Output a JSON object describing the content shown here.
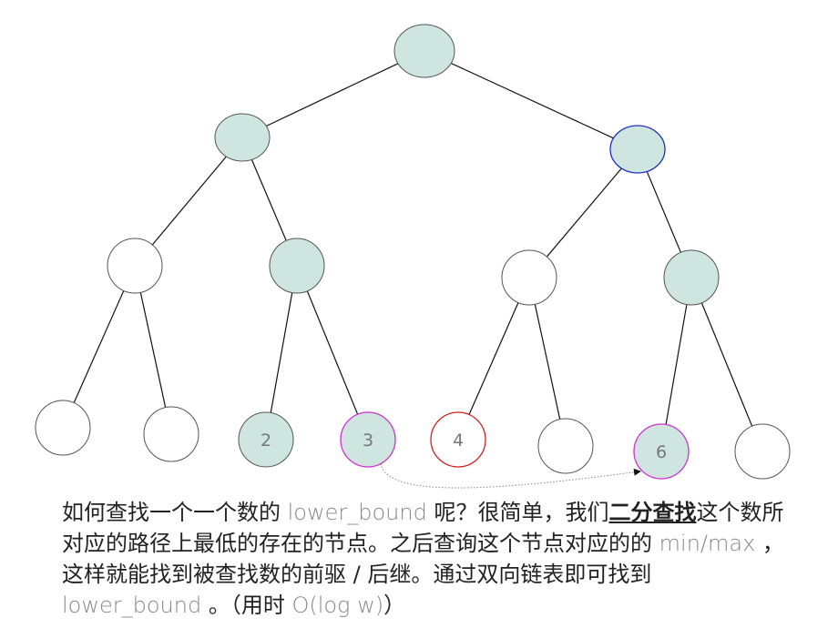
{
  "colors": {
    "filled": "#cfe5e0",
    "empty": "#ffffff",
    "stroke": "#555555",
    "edge": "#111111",
    "blue": "#1f2fbf",
    "red": "#d02020",
    "magenta": "#cc33cc"
  },
  "tree": {
    "nodes": [
      {
        "id": "root",
        "filled": true,
        "stroke": "default",
        "label": ""
      },
      {
        "id": "n2",
        "filled": true,
        "stroke": "default",
        "label": ""
      },
      {
        "id": "n3",
        "filled": true,
        "stroke": "blue",
        "label": ""
      },
      {
        "id": "n4",
        "filled": false,
        "stroke": "default",
        "label": ""
      },
      {
        "id": "n5",
        "filled": true,
        "stroke": "default",
        "label": ""
      },
      {
        "id": "n6",
        "filled": false,
        "stroke": "default",
        "label": ""
      },
      {
        "id": "n7",
        "filled": true,
        "stroke": "default",
        "label": ""
      },
      {
        "id": "l1",
        "filled": false,
        "stroke": "default",
        "label": ""
      },
      {
        "id": "l2",
        "filled": false,
        "stroke": "default",
        "label": ""
      },
      {
        "id": "l3",
        "filled": true,
        "stroke": "default",
        "label": "2"
      },
      {
        "id": "l4",
        "filled": true,
        "stroke": "magenta",
        "label": "3"
      },
      {
        "id": "l5",
        "filled": false,
        "stroke": "red",
        "label": "4"
      },
      {
        "id": "l6",
        "filled": false,
        "stroke": "default",
        "label": ""
      },
      {
        "id": "l7",
        "filled": true,
        "stroke": "magenta",
        "label": "6"
      },
      {
        "id": "l8",
        "filled": false,
        "stroke": "default",
        "label": ""
      }
    ],
    "edges": [
      [
        "root",
        "n2"
      ],
      [
        "root",
        "n3"
      ],
      [
        "n2",
        "n4"
      ],
      [
        "n2",
        "n5"
      ],
      [
        "n3",
        "n6"
      ],
      [
        "n3",
        "n7"
      ],
      [
        "n4",
        "l1"
      ],
      [
        "n4",
        "l2"
      ],
      [
        "n5",
        "l3"
      ],
      [
        "n5",
        "l4"
      ],
      [
        "n6",
        "l5"
      ],
      [
        "n6",
        "l6"
      ],
      [
        "n7",
        "l7"
      ],
      [
        "n7",
        "l8"
      ]
    ],
    "link": {
      "from": "l4",
      "to": "l7",
      "style": "dotted"
    }
  },
  "caption": {
    "p1": "如何查找一个一个数的 ",
    "c1": "lower_bound",
    "p2": " 呢？很简单，我们",
    "e1": "二分查找",
    "p3": "这个数所对应的路径上最低的存在的节点。之后查询这个节点对应的的 ",
    "c2": "min/max",
    "p4": " ，这样就能找到被查找数的前驱 / 后继。通过双向链表即可找到 ",
    "c3": "lower_bound",
    "p5": " 。（用时 ",
    "c4": "O(log w)",
    "p6": "）"
  }
}
